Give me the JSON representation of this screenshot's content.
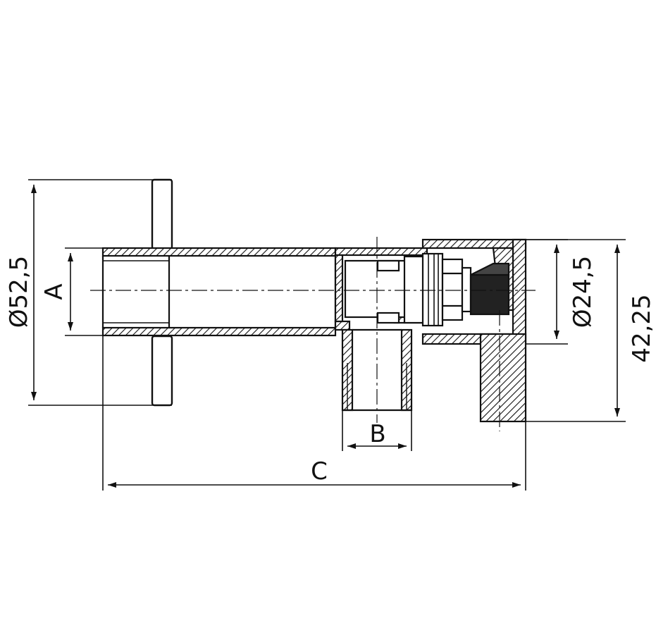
{
  "diagram": {
    "labels": {
      "diameter_outer": "Ø52,5",
      "A": "A",
      "B": "B",
      "C": "C",
      "diameter_inner": "Ø24,5",
      "height": "42,25"
    }
  }
}
